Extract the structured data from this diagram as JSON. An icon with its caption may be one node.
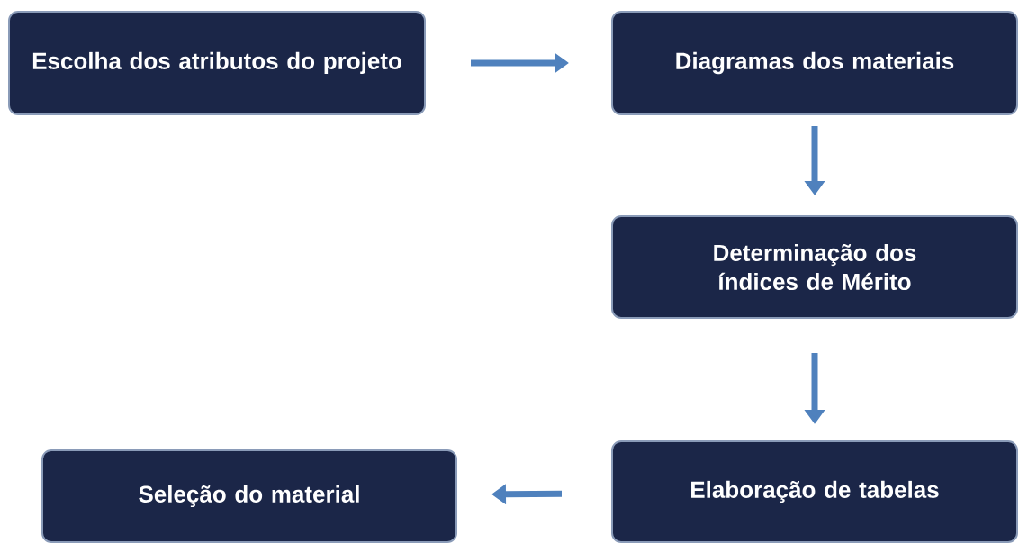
{
  "diagram": {
    "nodes": [
      {
        "text": [
          "Escolha dos atributos do projeto"
        ]
      },
      {
        "text": [
          "Diagramas dos materiais"
        ]
      },
      {
        "text": [
          "Determinação dos índices de Mérito"
        ]
      },
      {
        "text": [
          "Elaboração de tabelas"
        ]
      },
      {
        "text": [
          "Seleção do material"
        ]
      }
    ],
    "edges": [
      {
        "from": 0,
        "to": 1,
        "arrow": "to"
      },
      {
        "from": 1,
        "to": 2,
        "arrow": "to"
      },
      {
        "from": 2,
        "to": 3,
        "arrow": "to"
      },
      {
        "from": 3,
        "to": 4,
        "arrow": "to"
      }
    ]
  }
}
